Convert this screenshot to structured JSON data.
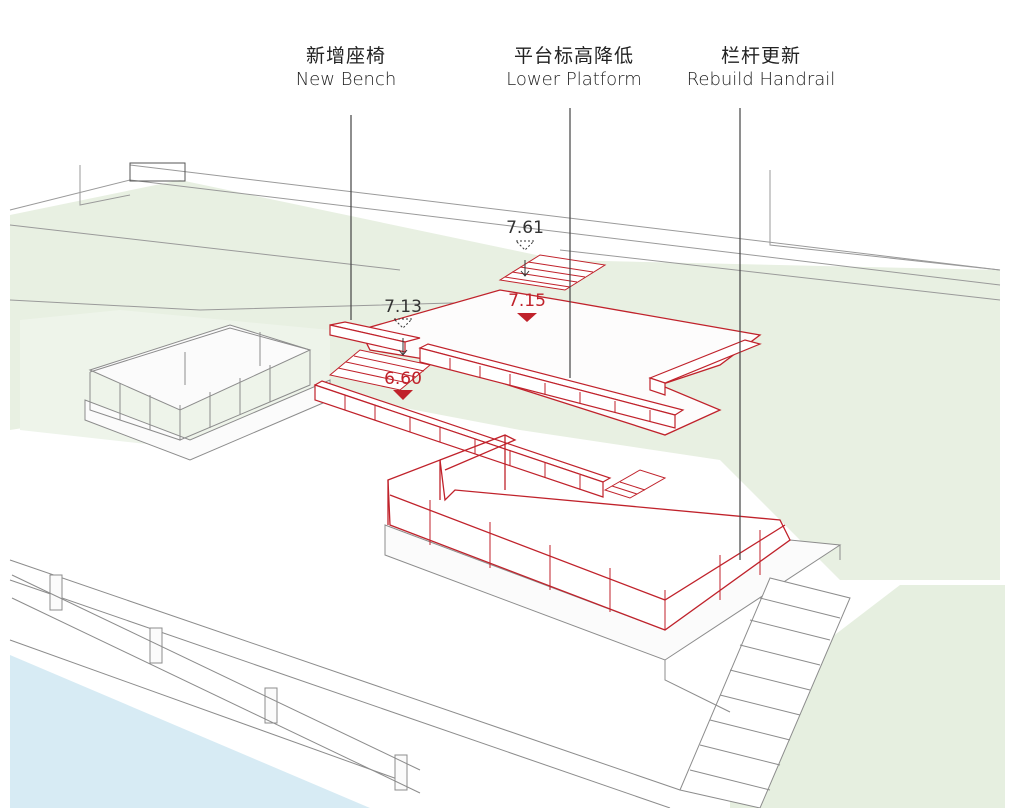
{
  "labels": {
    "bench": {
      "zh": "新增座椅",
      "en": "New Bench"
    },
    "platform": {
      "zh": "平台标高降低",
      "en": "Lower Platform"
    },
    "handrail": {
      "zh": "栏杆更新",
      "en": "Rebuild Handrail"
    }
  },
  "elevations": {
    "upper_left": "7.13",
    "upper_right": "7.61",
    "lower_left": "6.60",
    "lower_right": "7.15"
  },
  "colors": {
    "accent": "#c0222b",
    "grass": "#e6efe0",
    "water": "#d6eaf3",
    "line": "#9a9a9a"
  }
}
